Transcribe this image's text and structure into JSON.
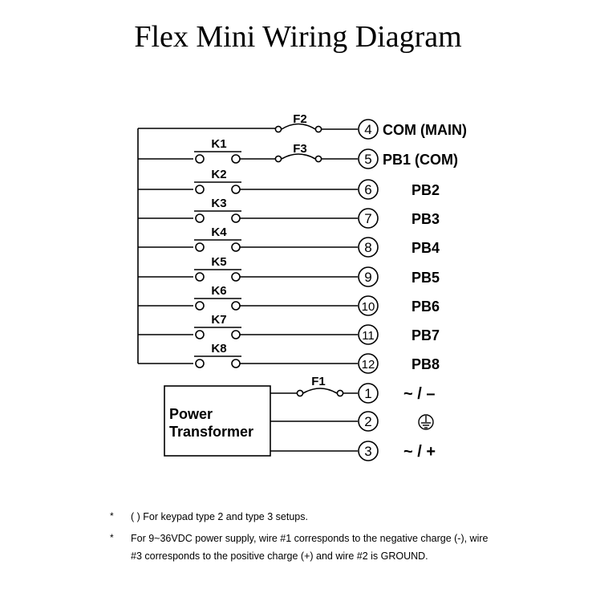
{
  "title": "Flex Mini Wiring Diagram",
  "fuses": [
    "F2",
    "F3",
    "F1"
  ],
  "relays": [
    "K1",
    "K2",
    "K3",
    "K4",
    "K5",
    "K6",
    "K7",
    "K8"
  ],
  "terminals": [
    {
      "num": "4",
      "label": "COM (MAIN)"
    },
    {
      "num": "5",
      "label": "PB1 (COM)"
    },
    {
      "num": "6",
      "label": "PB2"
    },
    {
      "num": "7",
      "label": "PB3"
    },
    {
      "num": "8",
      "label": "PB4"
    },
    {
      "num": "9",
      "label": "PB5"
    },
    {
      "num": "10",
      "label": "PB6"
    },
    {
      "num": "11",
      "label": "PB7"
    },
    {
      "num": "12",
      "label": "PB8"
    },
    {
      "num": "1",
      "label": "~ / –"
    },
    {
      "num": "2",
      "label": "ground-symbol"
    },
    {
      "num": "3",
      "label": "~ / +"
    }
  ],
  "transformer": {
    "line1": "Power",
    "line2": "Transformer"
  },
  "notes": {
    "bullet1": "*",
    "bullet2": "*",
    "note1": "(    ) For keypad type 2 and type 3 setups.",
    "note2_line1": "For 9~36VDC power supply, wire #1 corresponds to the negative charge (-), wire",
    "note2_line2": "#3 corresponds to the positive charge (+) and wire #2 is GROUND."
  }
}
